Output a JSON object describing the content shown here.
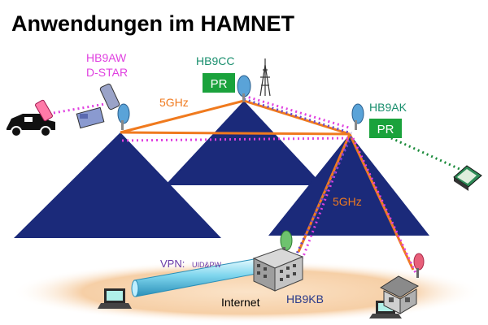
{
  "title": "Anwendungen im HAMNET",
  "stations": {
    "hb9aw": {
      "name": "HB9AW",
      "mode": "D-STAR"
    },
    "hb9cc": {
      "name": "HB9CC",
      "badge": "PR"
    },
    "hb9ak": {
      "name": "HB9AK",
      "badge": "PR"
    },
    "hb9kb": {
      "name": "HB9KB"
    }
  },
  "links": {
    "left": "5GHz",
    "right": "5GHz"
  },
  "vpn": {
    "label": "VPN:",
    "sub": "UID&PW"
  },
  "internet": "Internet",
  "colors": {
    "mountain": "#1b2a7a",
    "link_orange": "#f07a1e",
    "dstar_magenta": "#e040e0",
    "pr_green": "#1aa23c",
    "dotted_green": "#1a8a3a",
    "hb9cc_text": "#1a8f6e",
    "hb9ak_text": "#1a8f6e",
    "hb9kb_text": "#2a3a8a",
    "vpn_text": "#6a3aa8"
  }
}
